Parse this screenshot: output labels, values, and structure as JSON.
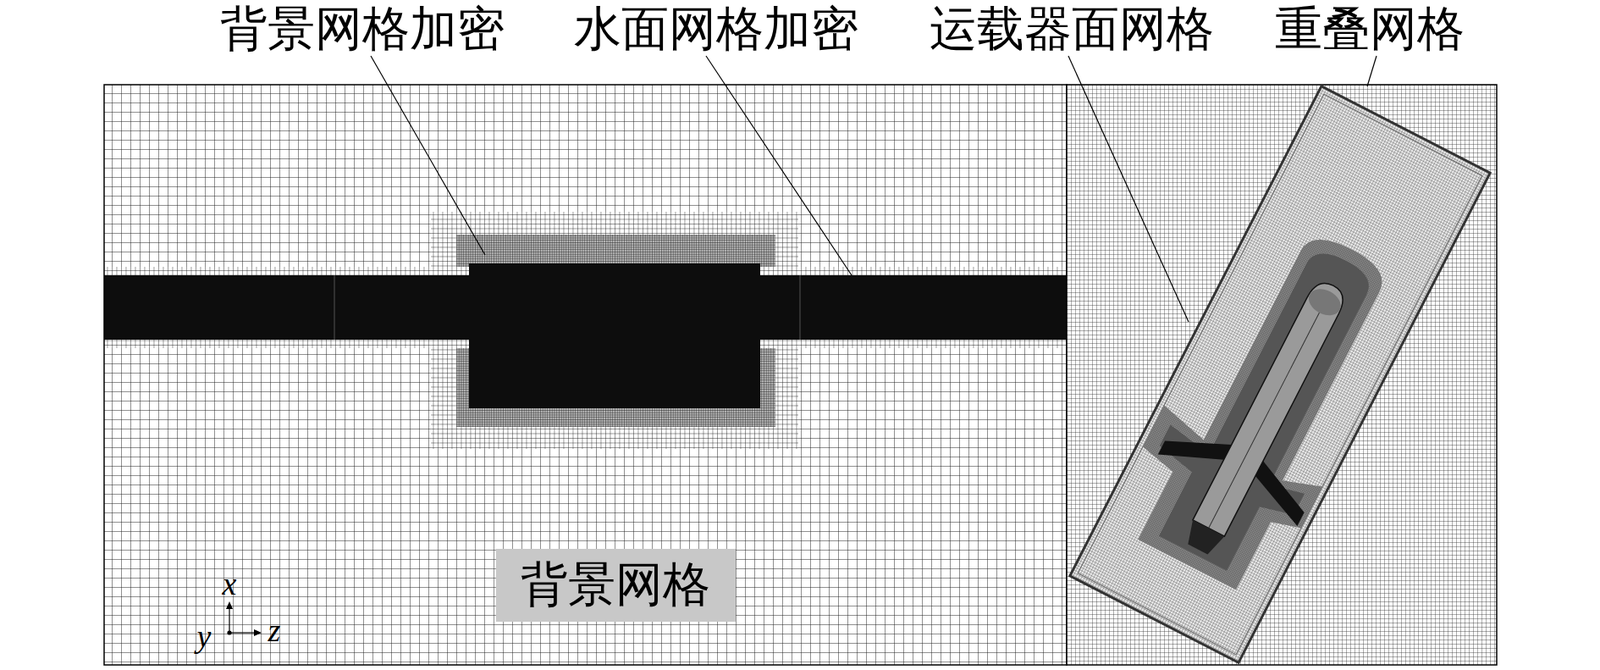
{
  "diagram": {
    "nodes": [
      {
        "text": [
          "背景网格"
        ]
      }
    ],
    "labels": [
      "背景网格加密",
      "水面网格加密",
      "运载器面网格",
      "重叠网格",
      "x",
      "y",
      "z"
    ]
  }
}
